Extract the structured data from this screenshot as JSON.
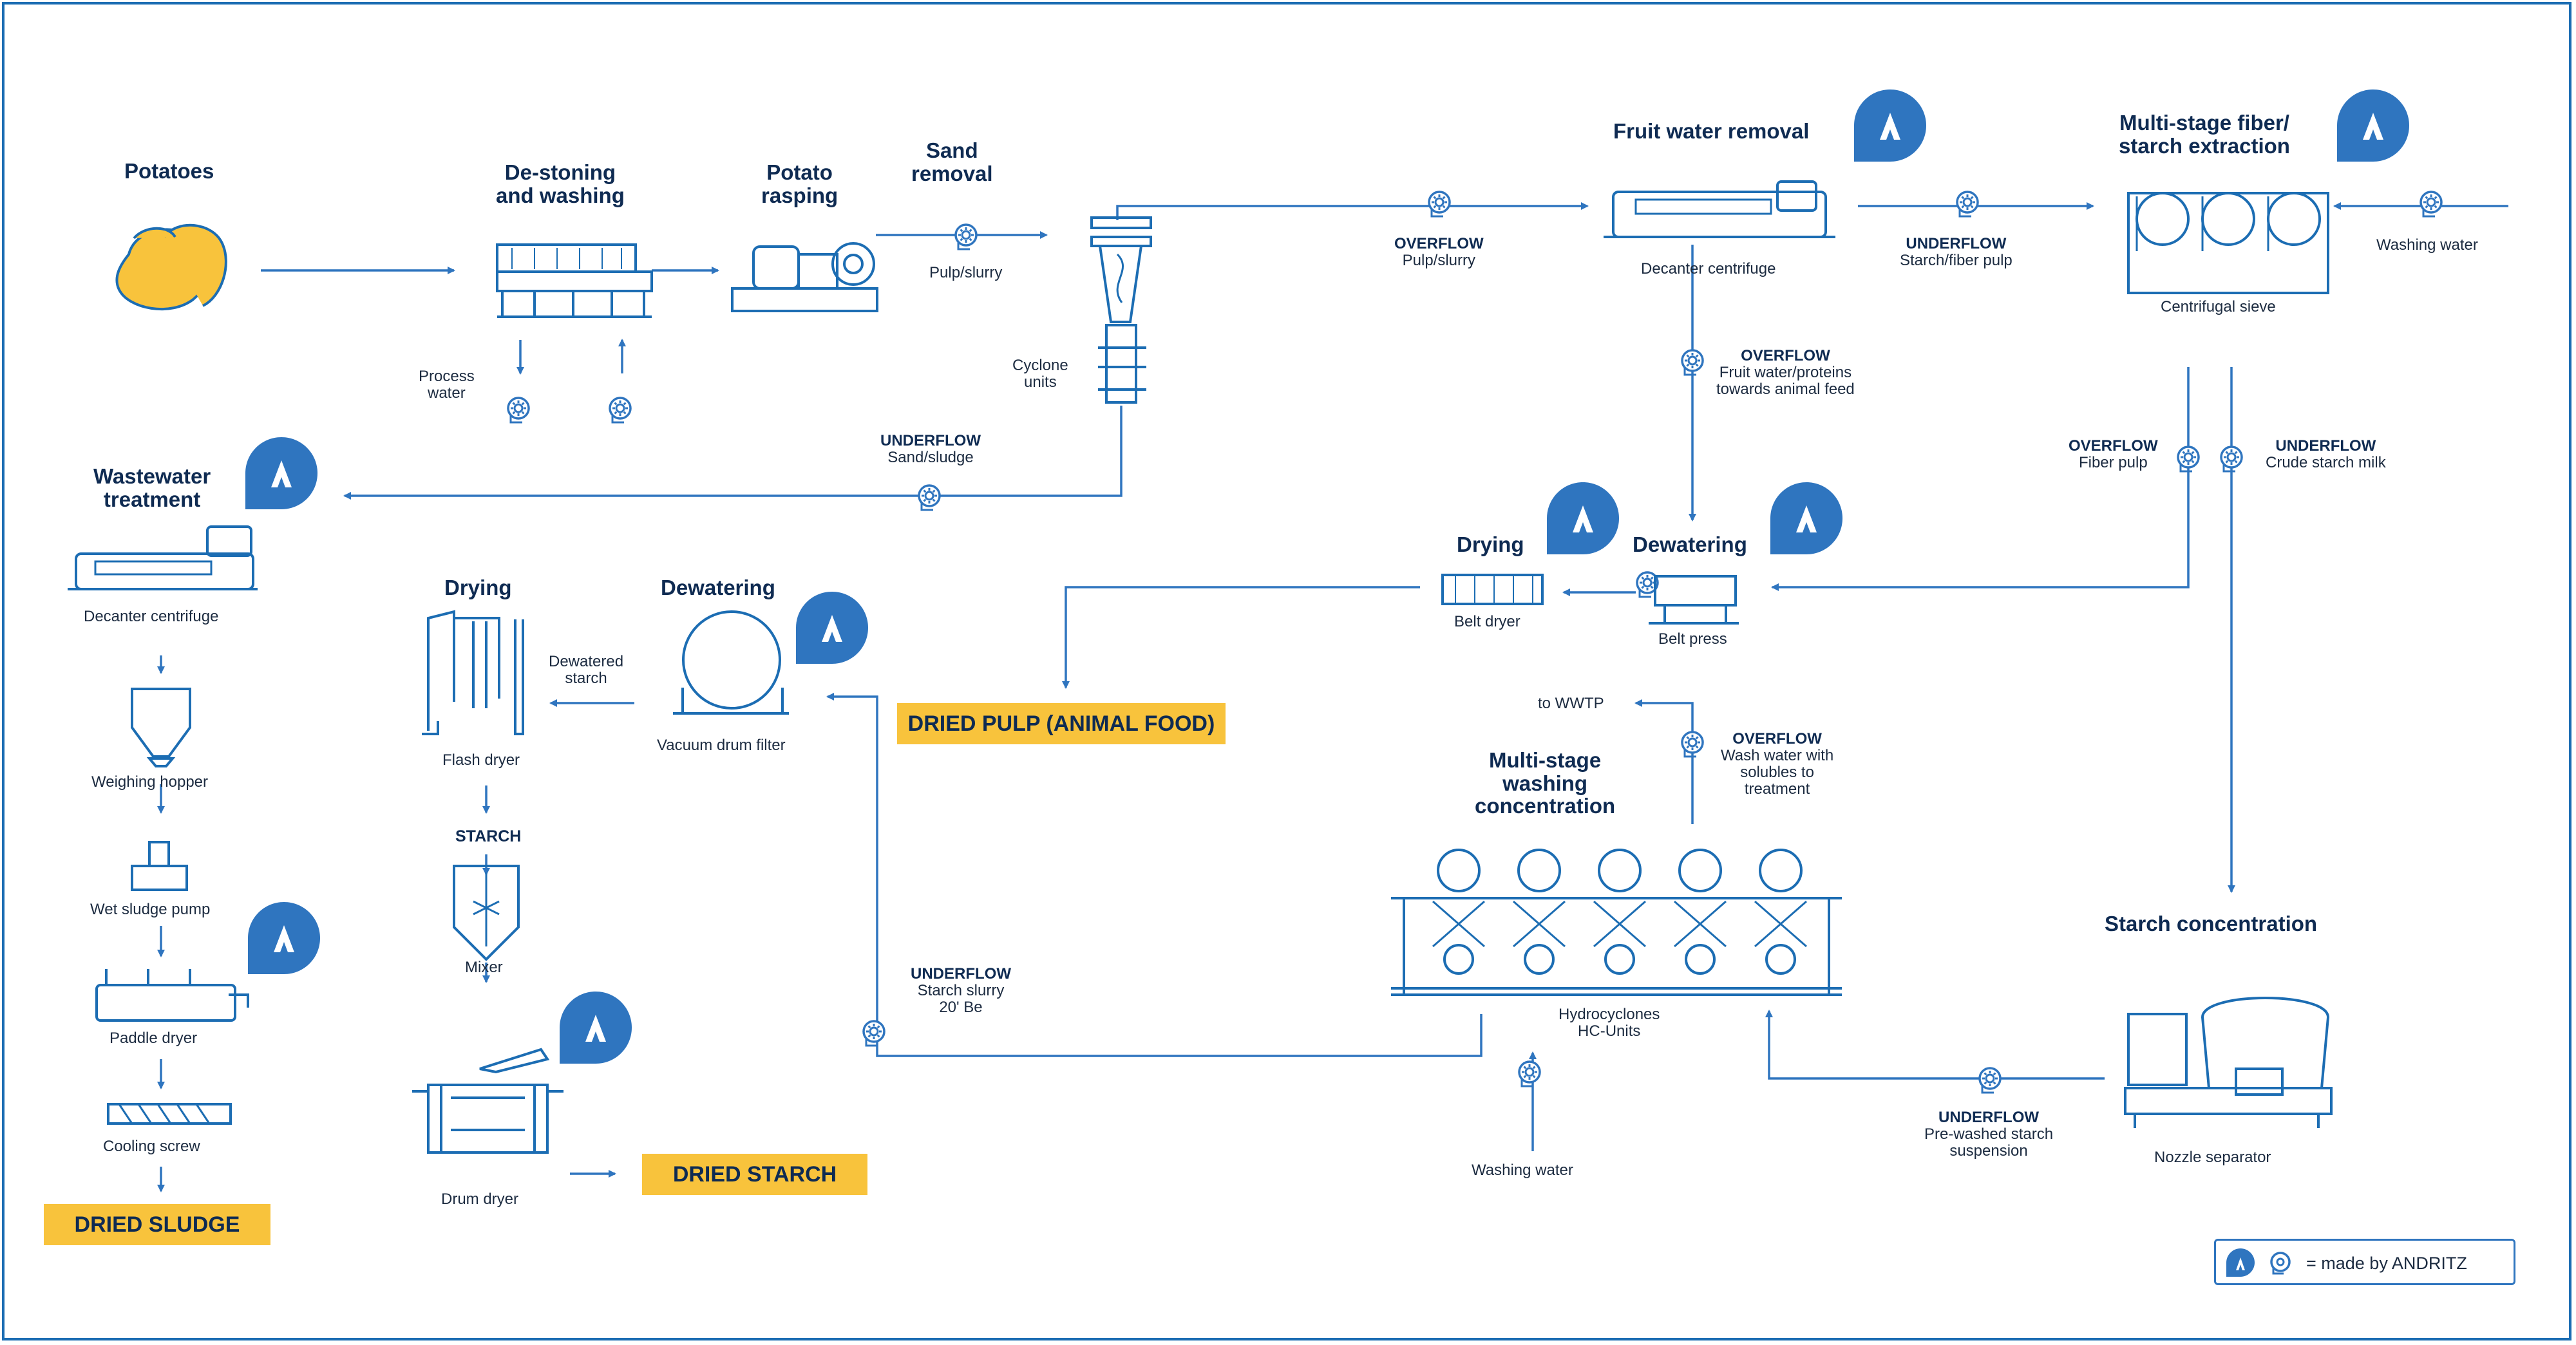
{
  "colors": {
    "line": "#2f75bf",
    "equipment": "#1c6db3",
    "text": "#0f2b52",
    "highlight": "#f8c33c",
    "badge": "#2f75bf"
  },
  "icons": [
    "andritz-badge-icon",
    "pump-icon"
  ],
  "headings": {
    "potatoes": "Potatoes",
    "destoning": "De-stoning\nand washing",
    "rasping": "Potato\nrasping",
    "sand": "Sand\nremoval",
    "fruit": "Fruit water removal",
    "fiber": "Multi-stage fiber/\nstarch extraction",
    "wastewater": "Wastewater\ntreatment",
    "drying_left": "Drying",
    "dewatering_left": "Dewatering",
    "drying_right": "Drying",
    "dewatering_right": "Dewatering",
    "multistage": "Multi-stage\nwashing\nconcentration",
    "starch_conc": "Starch concentration",
    "starch": "STARCH"
  },
  "captions": {
    "process_water": "Process\nwater",
    "pulp_slurry": "Pulp/slurry",
    "cyclone": "Cyclone\nunits",
    "decanter_fruit": "Decanter centrifuge",
    "centrifugal_sieve": "Centrifugal sieve",
    "washing_water_top": "Washing water",
    "decanter_ww": "Decanter centrifuge",
    "weighing_hopper": "Weighing hopper",
    "wet_sludge_pump": "Wet sludge pump",
    "paddle_dryer": "Paddle dryer",
    "cooling_screw": "Cooling screw",
    "flash_dryer": "Flash dryer",
    "dewatered_starch": "Dewatered\nstarch",
    "vacuum_drum": "Vacuum drum filter",
    "mixer": "Mixer",
    "drum_dryer": "Drum dryer",
    "belt_dryer": "Belt dryer",
    "belt_press": "Belt press",
    "to_wwtp": "to WWTP",
    "hydrocyclones": "Hydrocyclones\nHC-Units",
    "washing_water_bottom": "Washing water",
    "nozzle_separator": "Nozzle separator"
  },
  "flows": {
    "overflow_pulp": {
      "title": "OVERFLOW",
      "text": "Pulp/slurry"
    },
    "underflow_fiber_pulp": {
      "title": "UNDERFLOW",
      "text": "Starch/fiber pulp"
    },
    "overflow_fruit_water": {
      "title": "OVERFLOW",
      "text": "Fruit water/proteins\ntowards animal feed"
    },
    "underflow_sand": {
      "title": "UNDERFLOW",
      "text": "Sand/sludge"
    },
    "overflow_fiber": {
      "title": "OVERFLOW",
      "text": "Fiber pulp"
    },
    "underflow_crude": {
      "title": "UNDERFLOW",
      "text": "Crude starch milk"
    },
    "overflow_wash": {
      "title": "OVERFLOW",
      "text": "Wash water with\nsolubles to\ntreatment"
    },
    "underflow_starch_slurry": {
      "title": "UNDERFLOW",
      "text": "Starch slurry\n20' Be"
    },
    "underflow_prewashed": {
      "title": "UNDERFLOW",
      "text": "Pre-washed starch\nsuspension"
    }
  },
  "outputs": {
    "dried_pulp": "DRIED PULP (ANIMAL FOOD)",
    "dried_starch": "DRIED STARCH",
    "dried_sludge": "DRIED SLUDGE"
  },
  "legend": {
    "text": "= made by ANDRITZ"
  }
}
